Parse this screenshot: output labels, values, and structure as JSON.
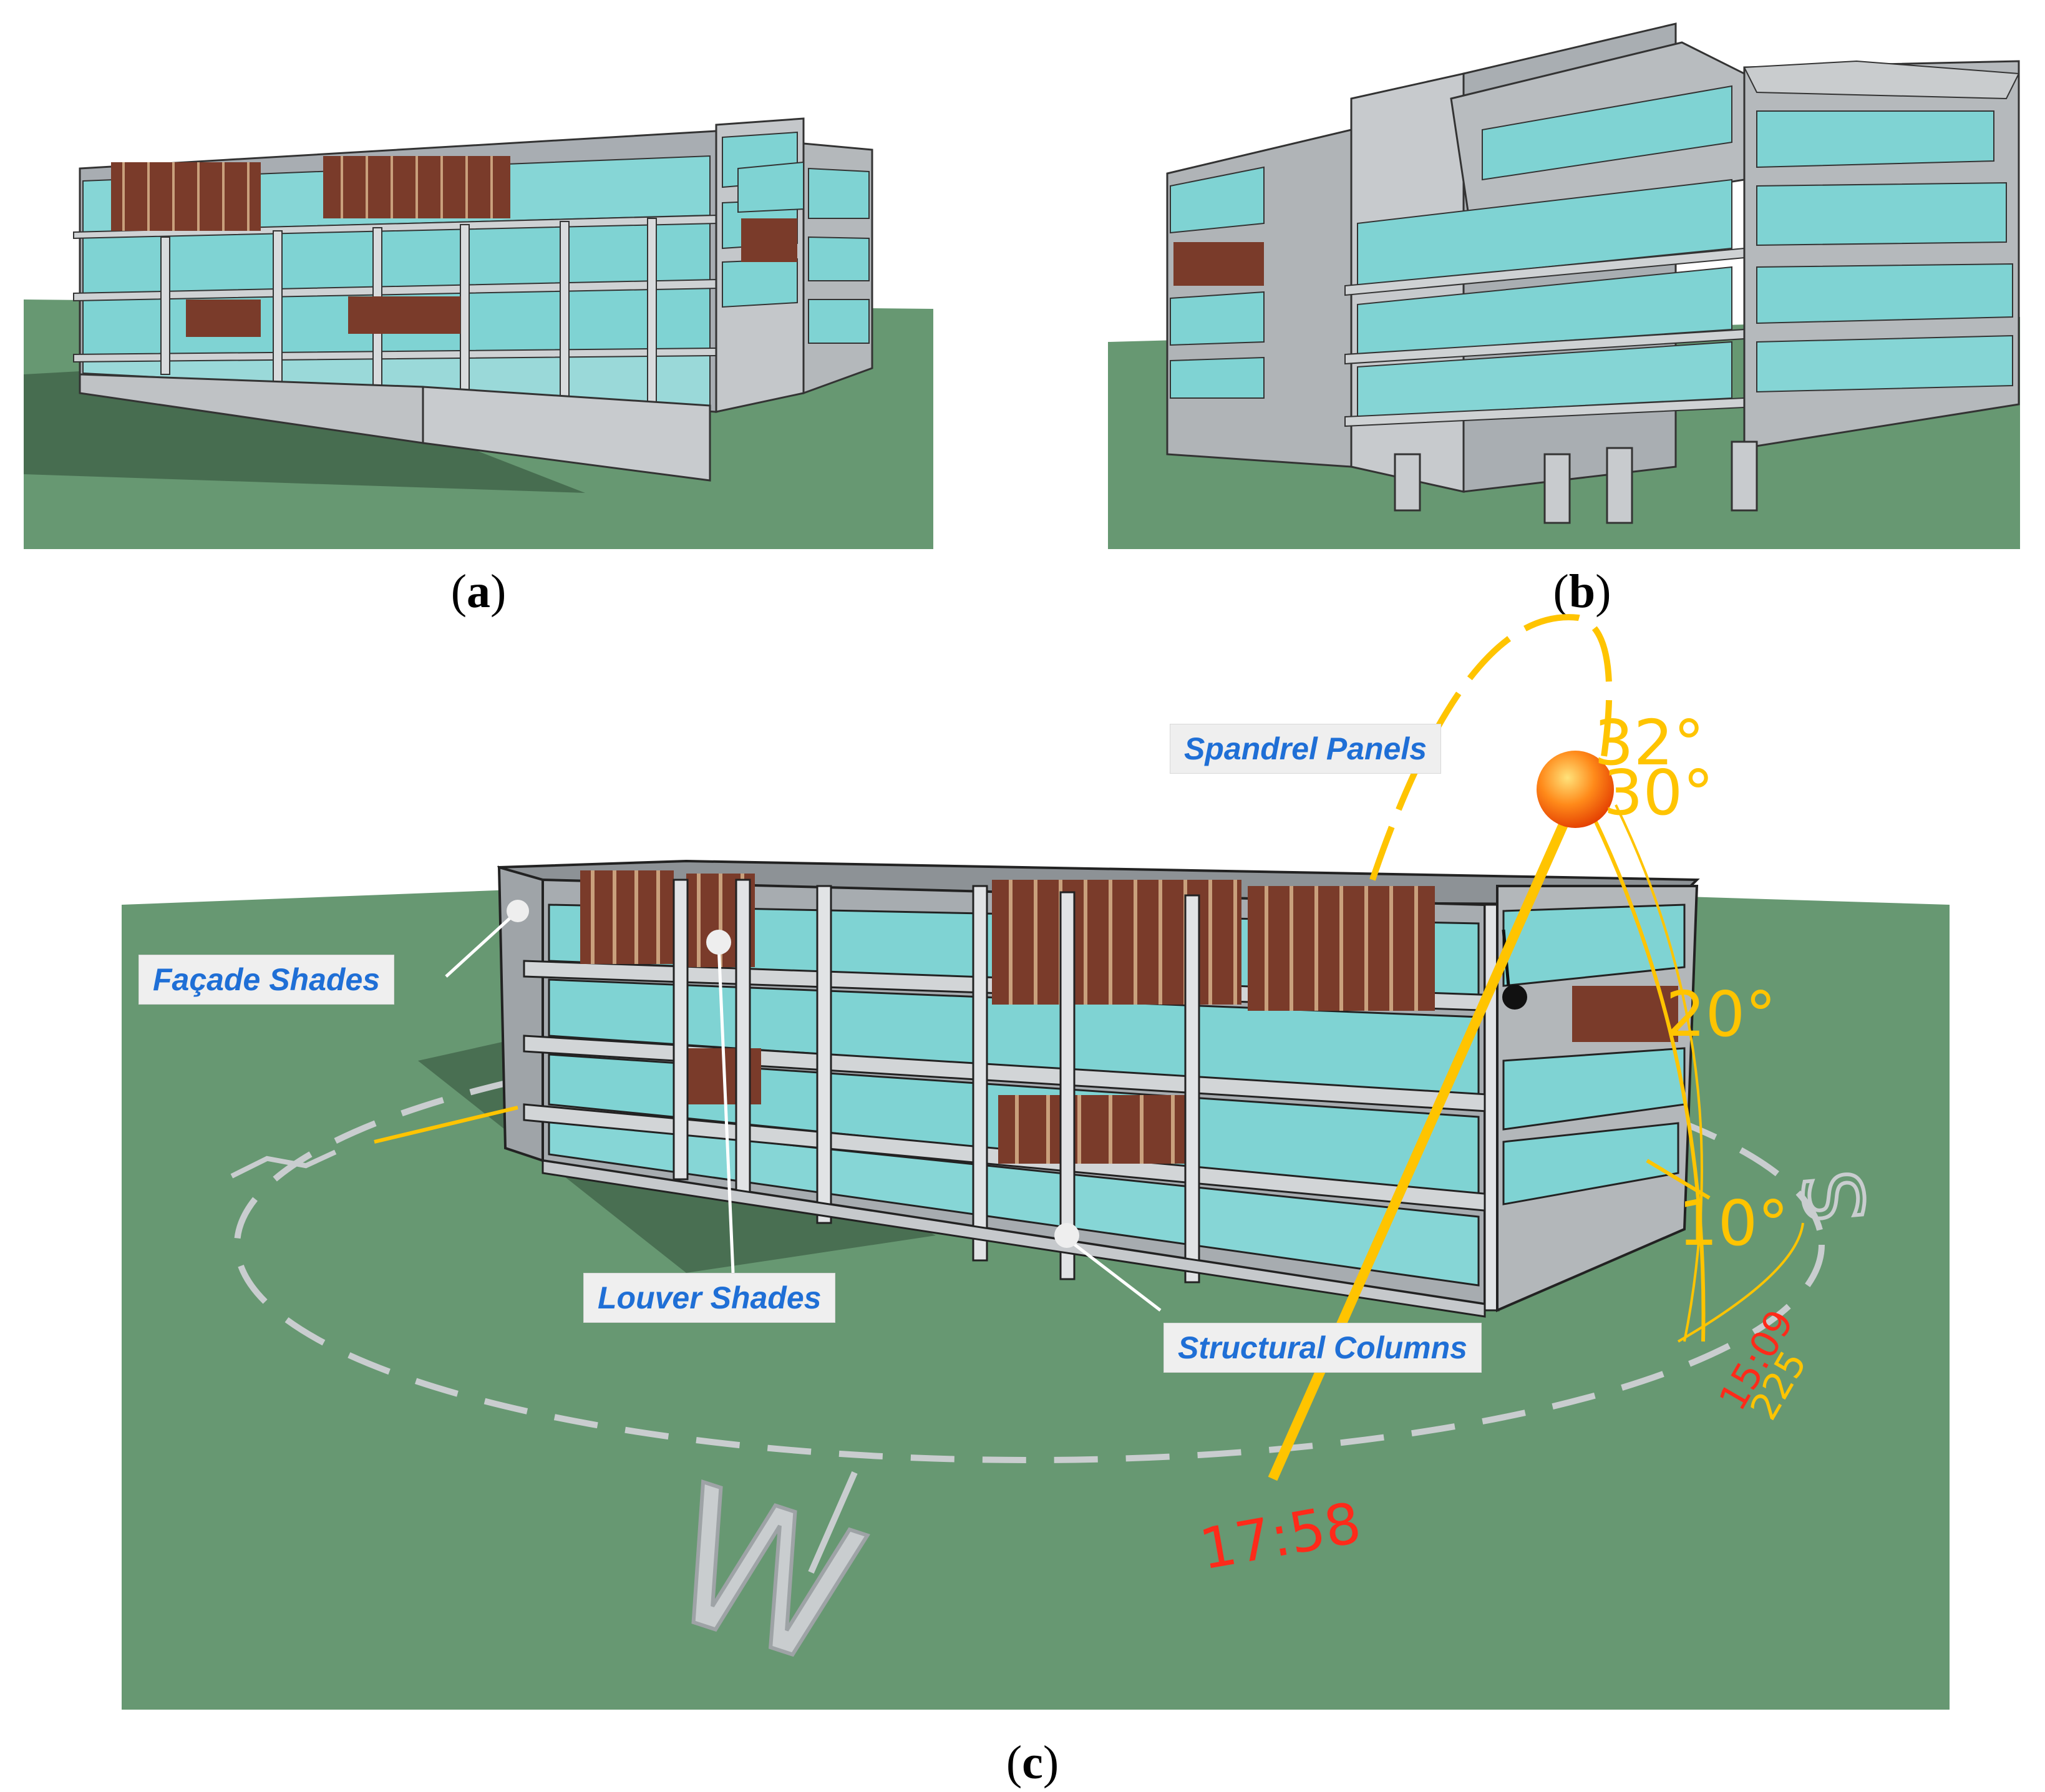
{
  "panels": {
    "a": {
      "caption": "a"
    },
    "b": {
      "caption": "b"
    },
    "c": {
      "caption": "c"
    }
  },
  "callouts": {
    "facade_shades": "Façade Shades",
    "louver_shades": "Louver Shades",
    "spandrel_panels": "Spandrel Panels",
    "structural_columns": "Structural Columns"
  },
  "sun_path": {
    "angle_labels": [
      "32°",
      "30°",
      "20°",
      "10°"
    ],
    "time_main": "17:58",
    "time_secondary": "15:09",
    "time_secondary_angle": "225"
  },
  "compass": {
    "west": "W",
    "south": "S"
  },
  "colors": {
    "ground": "#679872",
    "glass": "#7fd3d3",
    "glass_dark": "#4fb6b8",
    "concrete": "#b9bcbf",
    "louver": "#7a3b2a",
    "sun_path": "#ffc400",
    "time_label": "#ff2a1a",
    "callout_text": "#1f6fd6"
  }
}
